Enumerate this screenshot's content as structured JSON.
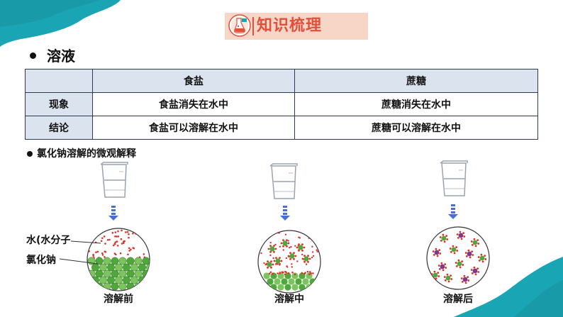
{
  "header": {
    "title": "知识梳理"
  },
  "section": {
    "title": "溶液"
  },
  "table": {
    "columns": [
      "",
      "食盐",
      "蔗糖"
    ],
    "rows": [
      {
        "label": "现象",
        "cells": [
          "食盐消失在水中",
          "蔗糖消失在水中"
        ]
      },
      {
        "label": "结论",
        "cells": [
          "食盐可以溶解在水中",
          "蔗糖可以溶解在水中"
        ]
      }
    ]
  },
  "subsection": {
    "title": "氯化钠溶解的微观解释"
  },
  "diagram": {
    "labels": {
      "water": "水(水分子",
      "salt": "氯化钠"
    },
    "stages": [
      {
        "caption": "溶解前"
      },
      {
        "caption": "溶解中"
      },
      {
        "caption": "溶解后"
      }
    ]
  },
  "colors": {
    "accent": "#e2503a",
    "banner": "#f7d6c8",
    "teal": "#1aa5b4",
    "table_head": "#dbe3ef",
    "arrow": "#4a6fd0"
  }
}
